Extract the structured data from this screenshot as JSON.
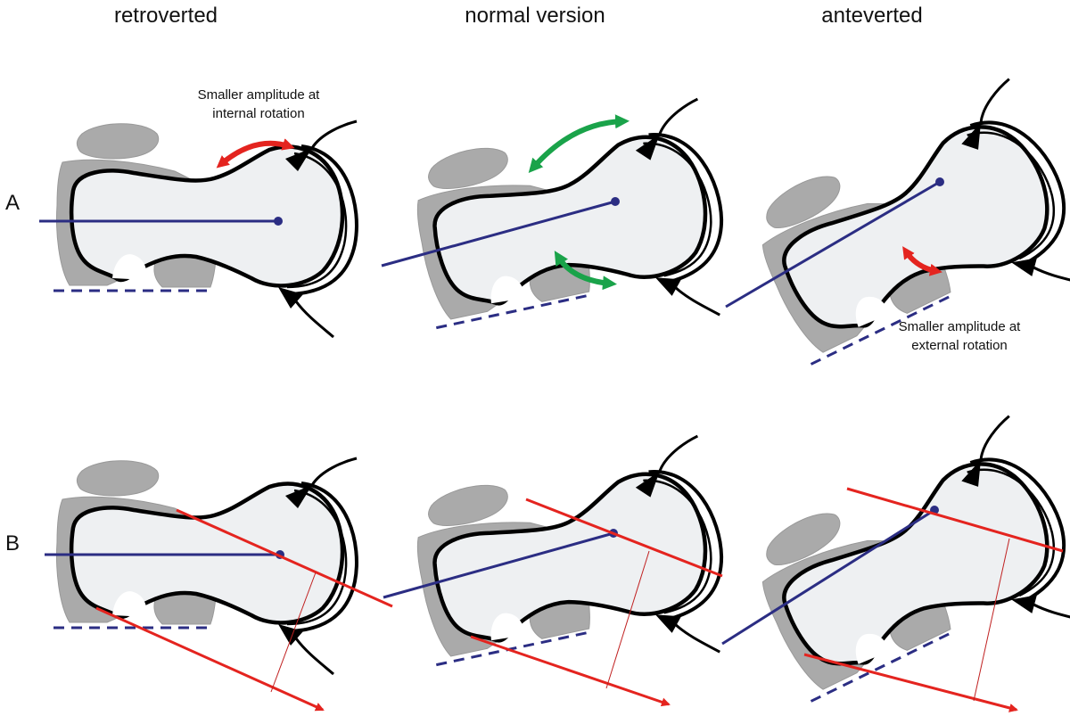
{
  "columns": [
    "retroverted",
    "normal version",
    "anteverted"
  ],
  "rows": [
    "A",
    "B"
  ],
  "annotations": {
    "internal": [
      "Smaller amplitude at",
      "internal rotation"
    ],
    "external": [
      "Smaller amplitude at",
      "external rotation"
    ]
  },
  "colors": {
    "bone_gray": "#aaaaaa",
    "femur_fill": "#eef0f2",
    "axis_line": "#2b2d83",
    "arrow_red": "#e4241f",
    "arrow_green": "#1aa34a",
    "outline": "#000000",
    "dashed_line": "#2b2d83"
  }
}
